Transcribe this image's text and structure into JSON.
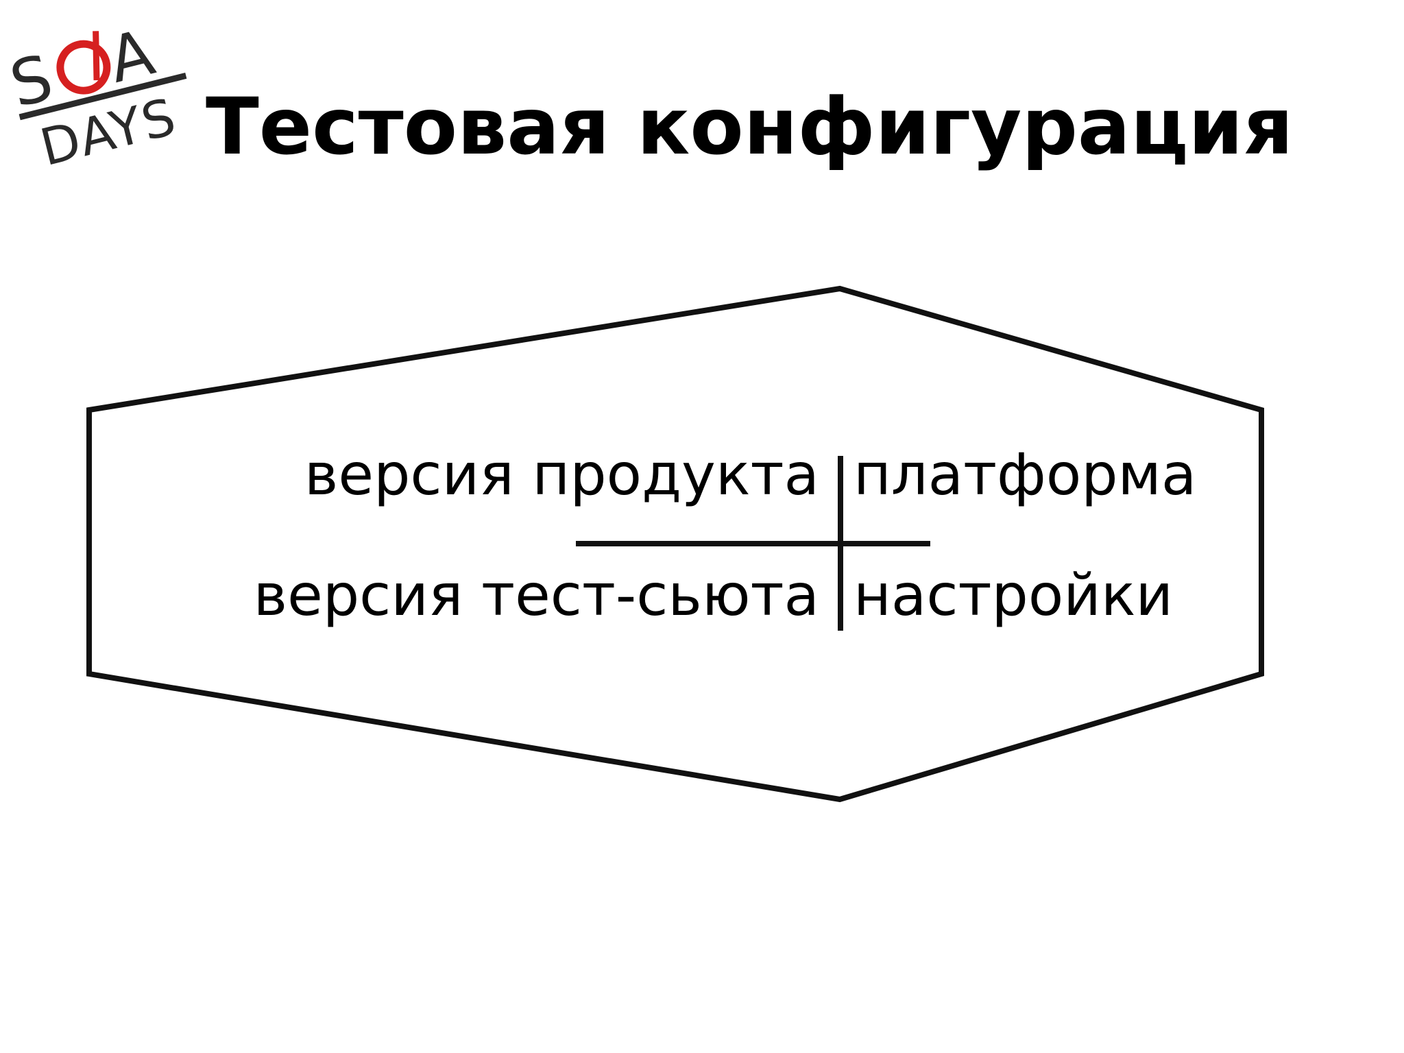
{
  "slide": {
    "title": "Тестовая конфигурация"
  },
  "logo": {
    "letters_top": "SQA",
    "letters_bottom": "DAYS",
    "accent_color": "#d62020",
    "icon": "sqa-days-logo"
  },
  "diagram": {
    "shape": "hexagon",
    "stroke_color": "#111111",
    "cells": {
      "top_left": "версия продукта",
      "top_right": "платформа",
      "bottom_left": "версия тест-сьюта",
      "bottom_right": "настройки"
    }
  }
}
